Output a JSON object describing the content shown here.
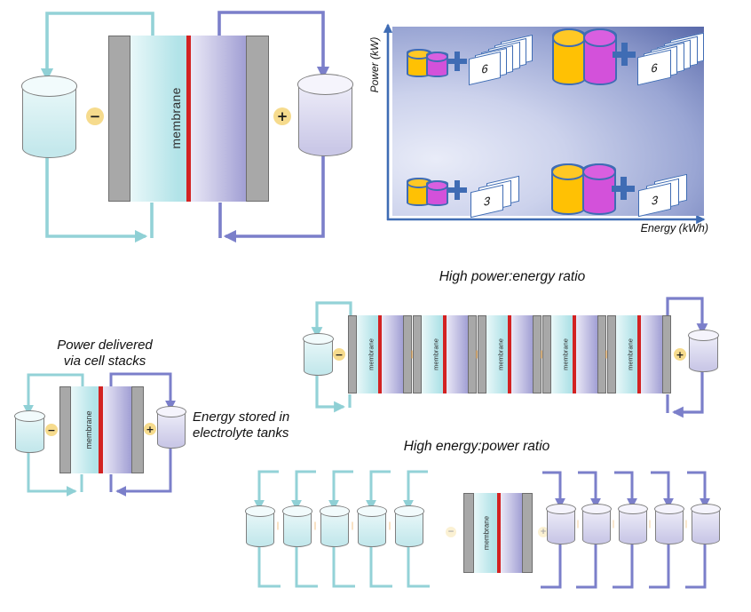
{
  "figure": {
    "membrane": "membrane",
    "minus": "−",
    "plus": "+"
  },
  "chart_data": {
    "type": "scatter",
    "title": "",
    "xlabel": "Energy (kWh)",
    "ylabel": "Power (kW)",
    "legend_position": "none",
    "points": [
      {
        "power": "high",
        "energy": "low",
        "tank_size": "small",
        "stack_cells": "6"
      },
      {
        "power": "high",
        "energy": "high",
        "tank_size": "large",
        "stack_cells": "6"
      },
      {
        "power": "low",
        "energy": "low",
        "tank_size": "small",
        "stack_cells": "3"
      },
      {
        "power": "low",
        "energy": "high",
        "tank_size": "large",
        "stack_cells": "3"
      }
    ]
  },
  "captions": {
    "power_delivered_line1": "Power delivered",
    "power_delivered_line2": "via cell stacks",
    "energy_stored_line1": "Energy stored in",
    "energy_stored_line2": "electrolyte tanks",
    "high_power_ratio": "High power:energy ratio",
    "high_energy_ratio": "High energy:power ratio"
  }
}
